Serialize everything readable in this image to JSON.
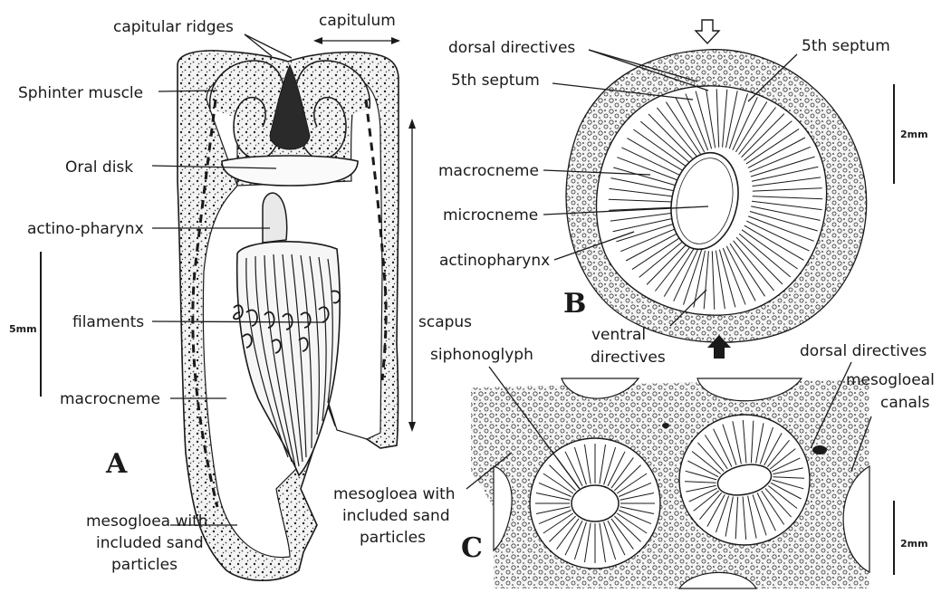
{
  "panel_a": {
    "letter": "A",
    "labels": {
      "capitular_ridges": "capitular ridges",
      "capitulum": "capitulum",
      "sphincter": "Sphinter muscle",
      "oral_disk": "Oral disk",
      "pharynx": "actino-pharynx",
      "filaments": "filaments",
      "scapus": "scapus",
      "macrocneme": "macrocneme",
      "mesogloea_1": "mesogloea with",
      "mesogloea_2": "included sand",
      "mesogloea_3": "particles"
    },
    "scale": "5mm"
  },
  "panel_b": {
    "letter": "B",
    "labels": {
      "dorsal_directives": "dorsal directives",
      "fifth_septum_left": "5th septum",
      "fifth_septum_right": "5th septum",
      "macrocneme": "macrocneme",
      "microcneme": "microcneme",
      "actinopharynx": "actinopharynx",
      "ventral_1": "ventral",
      "ventral_2": "directives"
    },
    "scale": "2mm"
  },
  "panel_c": {
    "letter": "C",
    "labels": {
      "siphonoglyph": "siphonoglyph",
      "dorsal_directives": "dorsal directives",
      "mesogloeal_1": "mesogloeal",
      "mesogloeal_2": "canals",
      "mesogloea_1": "mesogloea with",
      "mesogloea_2": "included sand",
      "mesogloea_3": "particles"
    },
    "scale": "2mm"
  }
}
